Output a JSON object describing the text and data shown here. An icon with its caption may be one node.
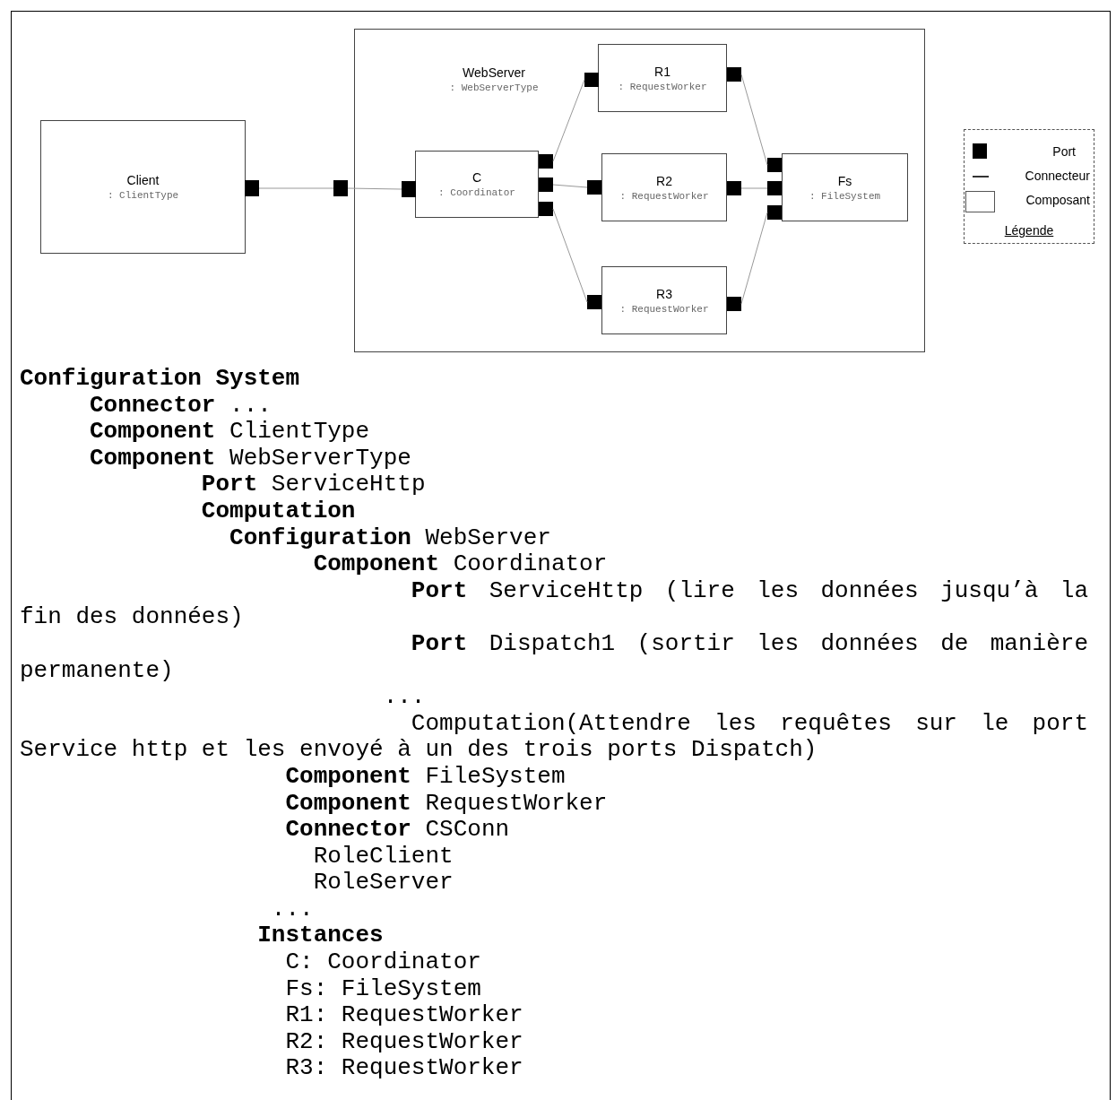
{
  "diagram": {
    "nodes": [
      {
        "text": [
          "Client",
          ": ClientType"
        ]
      },
      {
        "text": [],
        "shape": "box"
      },
      {
        "text": [
          "WebServer",
          ": WebServerType"
        ]
      },
      {
        "text": [],
        "shape": "box"
      },
      {
        "text": [
          "C",
          ": Coordinator"
        ],
        "in": 2
      },
      {
        "text": [],
        "shape": "box",
        "in": 2
      },
      {
        "text": [],
        "shape": "box",
        "in": 2
      },
      {
        "text": [],
        "shape": "box",
        "in": 2
      },
      {
        "text": [],
        "shape": "box",
        "in": 2
      },
      {
        "text": [
          "R1",
          ": RequestWorker"
        ],
        "in": 2
      },
      {
        "text": [],
        "shape": "box",
        "in": 2
      },
      {
        "text": [],
        "shape": "box",
        "in": 2
      },
      {
        "text": [
          "R2",
          ": RequestWorker"
        ],
        "in": 2
      },
      {
        "text": [],
        "shape": "box",
        "in": 2
      },
      {
        "text": [],
        "shape": "box",
        "in": 2
      },
      {
        "text": [
          "R3",
          ": RequestWorker"
        ],
        "in": 2
      },
      {
        "text": [],
        "shape": "box",
        "in": 2
      },
      {
        "text": [],
        "shape": "box",
        "in": 2
      },
      {
        "text": [
          "Fs",
          ": FileSystem"
        ],
        "in": 2
      },
      {
        "text": [],
        "shape": "box",
        "in": 2
      },
      {
        "text": [],
        "shape": "box",
        "in": 2
      },
      {
        "text": [],
        "shape": "box",
        "in": 2
      }
    ],
    "edges": [
      {
        "from": 1,
        "to": 3,
        "arrow": "none"
      },
      {
        "from": 3,
        "to": 5,
        "arrow": "none"
      },
      {
        "from": 6,
        "to": 10,
        "arrow": "none"
      },
      {
        "from": 7,
        "to": 13,
        "arrow": "none"
      },
      {
        "from": 8,
        "to": 16,
        "arrow": "none"
      },
      {
        "from": 11,
        "to": 19,
        "arrow": "none"
      },
      {
        "from": 14,
        "to": 20,
        "arrow": "none"
      },
      {
        "from": 17,
        "to": 21,
        "arrow": "none"
      }
    ],
    "labels": [
      "Légende",
      "**Configuration System**",
      "**Connector** ...",
      "**Component** ClientType",
      "**Component** WebServerType",
      "**Port** ServiceHttp",
      "**Computation**",
      "**Configuration** WebServer",
      "**Component** Coordinator",
      "**Port** ServiceHttp (lire les données jusqu’à la fin des données)",
      "**Port** Dispatch1 (sortir les données de manière permanente)",
      "...",
      "Computation(Attendre les requêtes sur le port Service http et les envoyé à un des trois ports Dispatch)",
      "**Component** FileSystem",
      "**Component** RequestWorker",
      "**Connector** CSConn",
      "RoleClient",
      "RoleServer",
      "...",
      "**Instances**",
      "C: Coordinator",
      "Fs: FileSystem",
      "R1: RequestWorker",
      "R2: RequestWorker",
      "R3: RequestWorker"
    ],
    "legend": [
      {
        "text": "Port",
        "color": "#000000"
      },
      {
        "text": "Connecteur"
      },
      {
        "text": "Composant"
      }
    ]
  }
}
